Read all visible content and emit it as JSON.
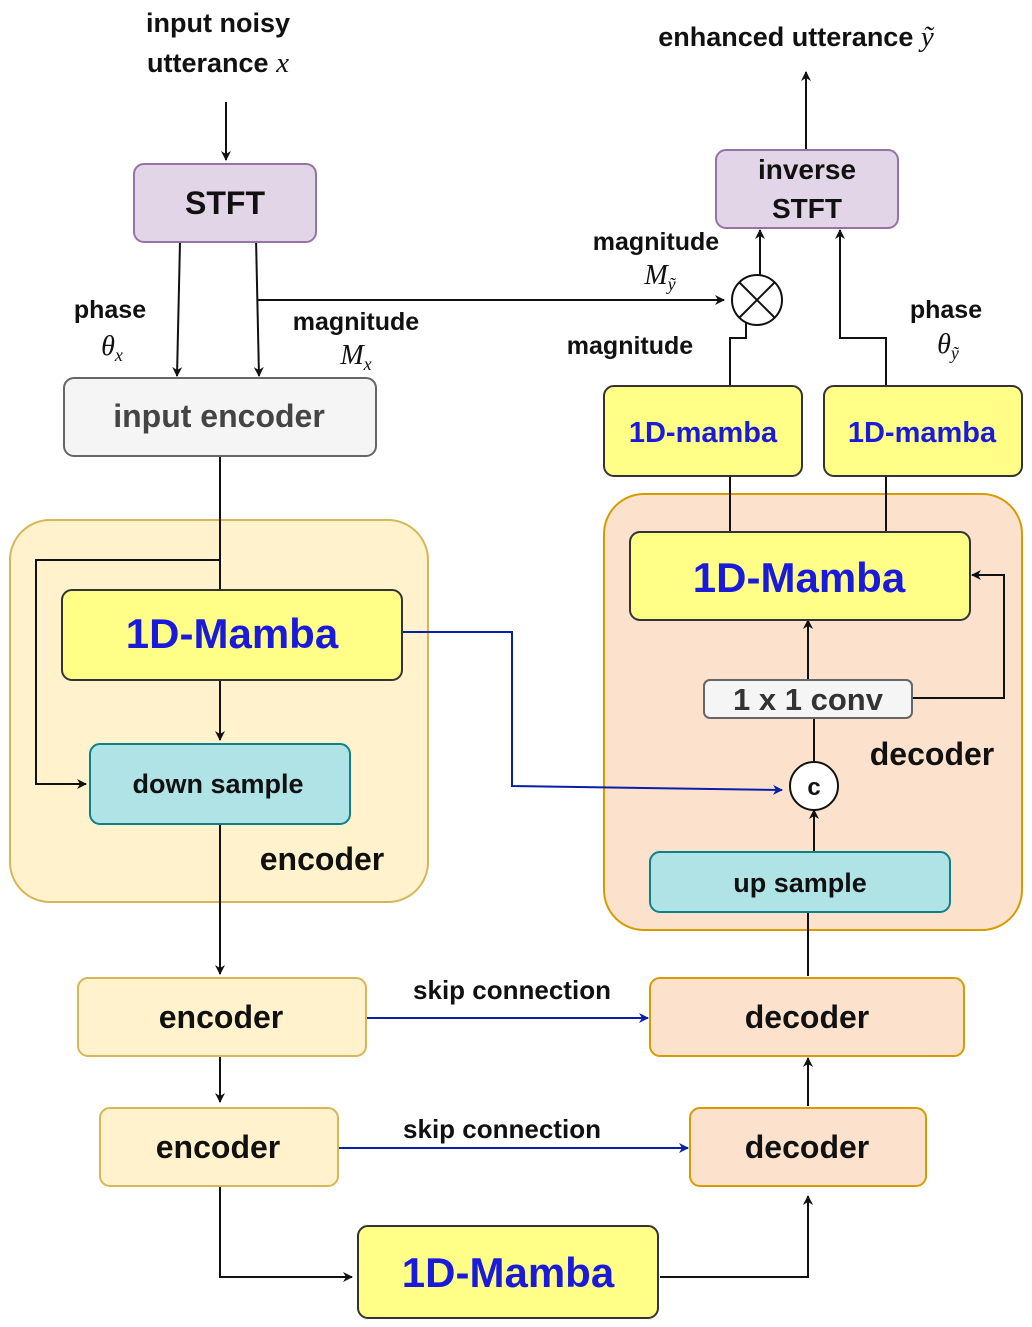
{
  "input": {
    "line1": "input noisy",
    "line2": "utterance",
    "var": "x"
  },
  "output": {
    "text": "enhanced utterance",
    "var": "ỹ"
  },
  "stft": "STFT",
  "istft": {
    "line1": "inverse",
    "line2": "STFT"
  },
  "phase_x": {
    "word": "phase",
    "var": "θ",
    "sub": "x"
  },
  "magnitude_x": {
    "word": "magnitude",
    "var": "M",
    "sub": "x"
  },
  "magnitude_y": {
    "word": "magnitude",
    "var": "M",
    "sub": "ỹ"
  },
  "magnitude_plain": "magnitude",
  "phase_y": {
    "word": "phase",
    "var": "θ",
    "sub": "ỹ"
  },
  "input_encoder": "input encoder",
  "mamba_small_left": "1D-mamba",
  "mamba_small_right": "1D-mamba",
  "encoder_detail": {
    "mamba": "1D-Mamba",
    "downsample": "down sample",
    "label": "encoder"
  },
  "decoder_detail": {
    "mamba": "1D-Mamba",
    "conv": "1 x 1 conv",
    "concat": "c",
    "upsample": "up sample",
    "label": "decoder"
  },
  "encoder1": "encoder",
  "encoder2": "encoder",
  "decoder1": "decoder",
  "decoder2": "decoder",
  "skip1": "skip connection",
  "skip2": "skip connection",
  "bottleneck": "1D-Mamba",
  "colors": {
    "stft_fill": "#e1d5e7",
    "stft_stroke": "#9673a6",
    "encoder_fill": "#fff2cc",
    "encoder_stroke": "#d6b656",
    "decoder_fill": "#fce2cc",
    "decoder_stroke": "#d79b00",
    "mamba_fill": "#ffff88",
    "mamba_text": "#1a1adb",
    "sample_fill": "#b0e3e6",
    "sample_stroke": "#0e8088",
    "grey_fill": "#f5f5f5",
    "grey_stroke": "#666666",
    "skip_line": "#0a1ea8"
  }
}
